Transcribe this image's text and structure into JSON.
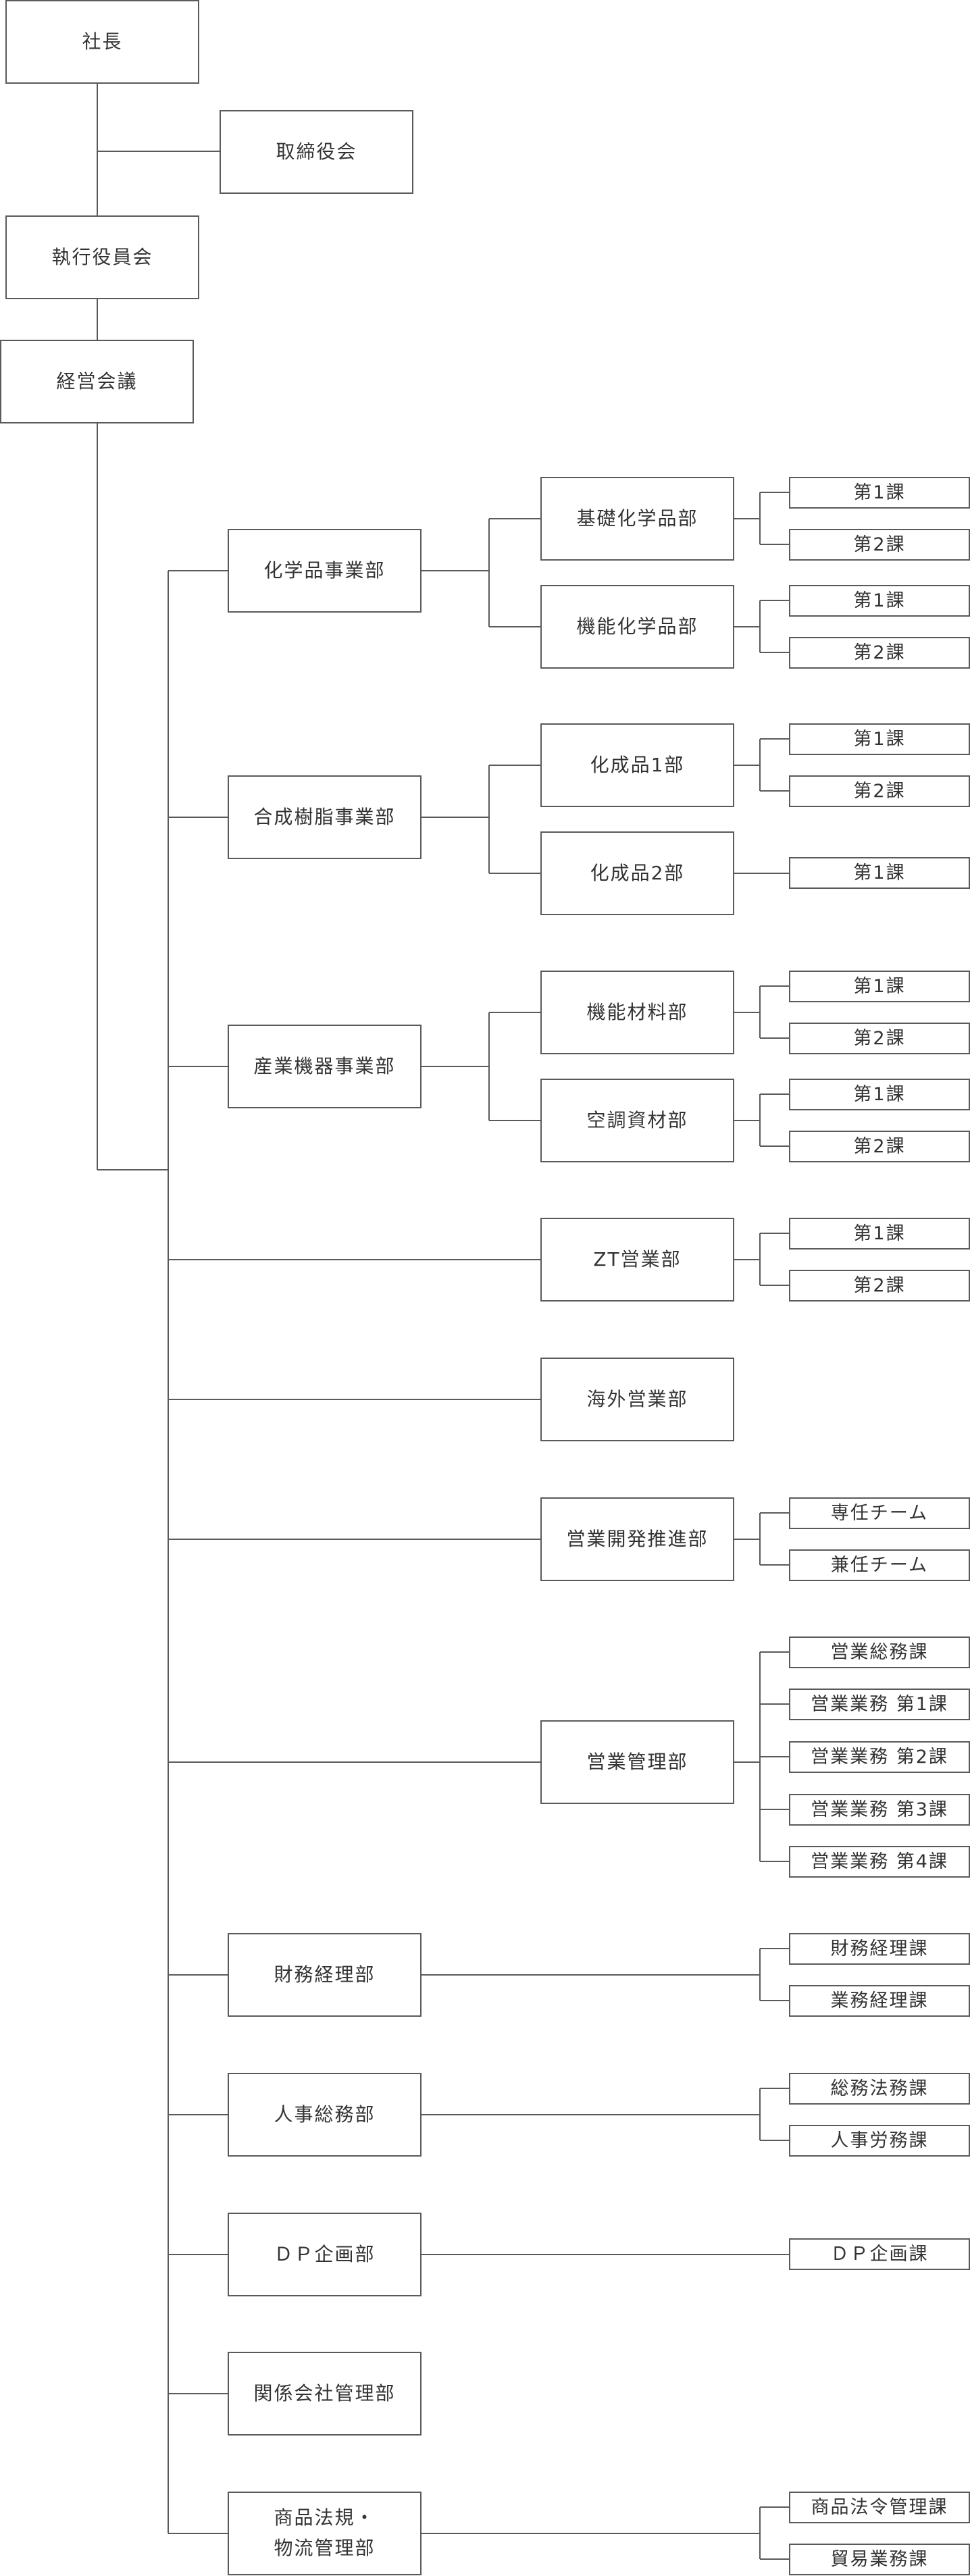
{
  "colors": {
    "line": "#5a5a5a",
    "text": "#333333",
    "background": "#ffffff"
  },
  "top": {
    "president": "社長",
    "board": "取締役会",
    "executive_committee": "執行役員会",
    "management_meeting": "経営会議"
  },
  "divisions": [
    {
      "label": "化学品事業部",
      "departments": [
        {
          "label": "基礎化学品部",
          "sections": [
            "第1課",
            "第2課"
          ]
        },
        {
          "label": "機能化学品部",
          "sections": [
            "第1課",
            "第2課"
          ]
        }
      ]
    },
    {
      "label": "合成樹脂事業部",
      "departments": [
        {
          "label": "化成品1部",
          "sections": [
            "第1課",
            "第2課"
          ]
        },
        {
          "label": "化成品2部",
          "sections": [
            "第1課"
          ]
        }
      ]
    },
    {
      "label": "産業機器事業部",
      "departments": [
        {
          "label": "機能材料部",
          "sections": [
            "第1課",
            "第2課"
          ]
        },
        {
          "label": "空調資材部",
          "sections": [
            "第1課",
            "第2課"
          ]
        }
      ]
    }
  ],
  "sales_departments": [
    {
      "label": "ZT営業部",
      "sections": [
        "第1課",
        "第2課"
      ]
    },
    {
      "label": "海外営業部",
      "sections": []
    },
    {
      "label": "営業開発推進部",
      "sections": [
        "専任チーム",
        "兼任チーム"
      ]
    },
    {
      "label": "営業管理部",
      "sections": [
        "営業総務課",
        "営業業務 第1課",
        "営業業務 第2課",
        "営業業務 第3課",
        "営業業務 第4課"
      ]
    }
  ],
  "admin_departments": [
    {
      "label": "財務経理部",
      "sections": [
        "財務経理課",
        "業務経理課"
      ]
    },
    {
      "label": "人事総務部",
      "sections": [
        "総務法務課",
        "人事労務課"
      ]
    },
    {
      "label": "ＤＰ企画部",
      "sections": [
        "ＤＰ企画課"
      ]
    },
    {
      "label": "関係会社管理部",
      "sections": []
    },
    {
      "label": "商品法規・\n物流管理部",
      "sections": [
        "商品法令管理課",
        "貿易業務課"
      ]
    }
  ]
}
